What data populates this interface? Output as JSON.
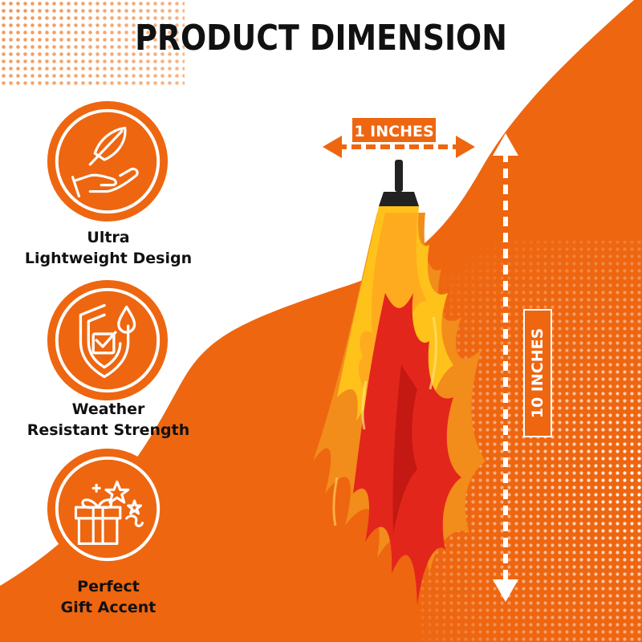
{
  "title": "PRODUCT DIMENSION",
  "features": [
    {
      "icon": "feather-hand-icon",
      "line1": "Ultra",
      "line2": "Lightweight Design"
    },
    {
      "icon": "shield-check-drop-icon",
      "line1": "Weather",
      "line2": "Resistant Strength"
    },
    {
      "icon": "gift-box-stars-icon",
      "line1": "Perfect",
      "line2": "Gift Accent"
    }
  ],
  "dimensions": {
    "width_label": "1 INCHES",
    "height_label": "10 INCHES"
  },
  "colors": {
    "accent": "#ee6610",
    "text": "#111111",
    "background": "#ffffff"
  }
}
